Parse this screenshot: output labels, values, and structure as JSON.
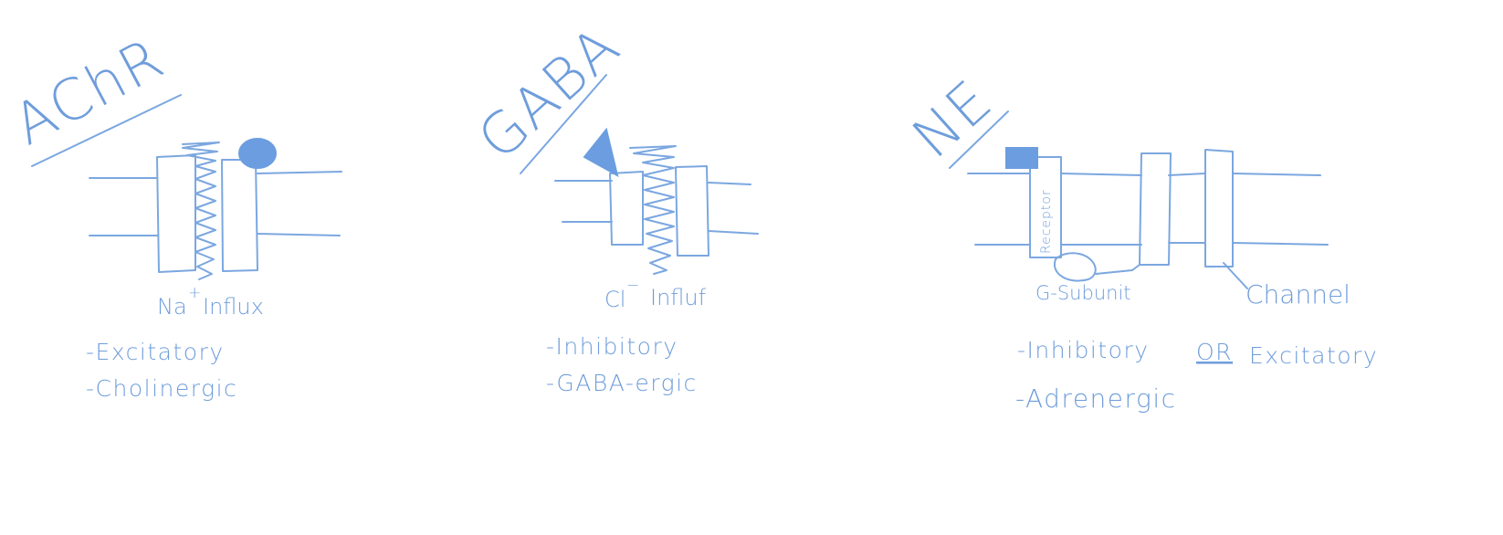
{
  "panels": [
    {
      "title": "AChR",
      "ion_label": "Na",
      "ion_charge": "+",
      "flux_label": "Influx",
      "properties": [
        "-Excitatory",
        "-Cholinergic"
      ]
    },
    {
      "title": "GABA",
      "ion_label": "Cl",
      "ion_charge": "−",
      "flux_label": "Influf",
      "properties": [
        "-Inhibitory",
        "-GABA-ergic"
      ]
    },
    {
      "title": "NE",
      "receptor_label": "Receptor",
      "g_label": "G-Subunit",
      "channel_label": "Channel",
      "properties": [
        "-Inhibitory",
        "Excitatory",
        "-Adrenergic"
      ],
      "connector": "OR"
    }
  ],
  "ink_color": "#7ba7e0"
}
